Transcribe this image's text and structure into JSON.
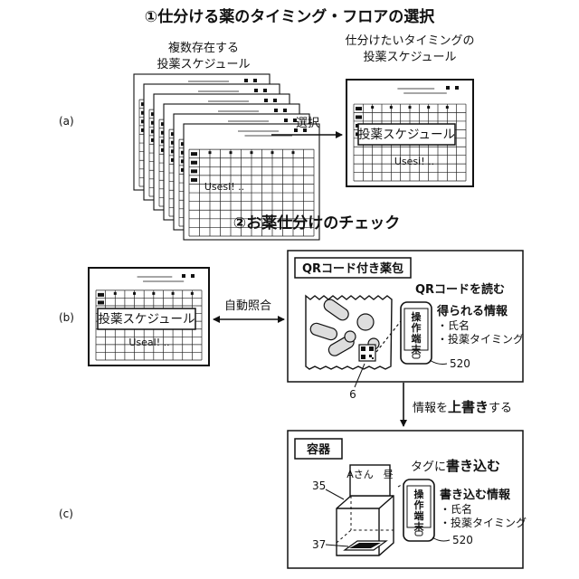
{
  "section1": {
    "title": "①仕分ける薬のタイミング・フロアの選択",
    "panel_label": "(a)",
    "left_caption": [
      "複数存在する",
      "投薬スケジュール"
    ],
    "right_caption": [
      "仕分けたいタイミングの",
      "投薬スケジュール"
    ],
    "arrow_label": "選択",
    "schedule_label": "投薬スケジュール",
    "sheet_scribble": "Usesi! .."
  },
  "section2": {
    "title": "②お薬仕分けのチェック",
    "panel_b": {
      "panel_label": "(b)",
      "schedule_label": "投薬スケジュール",
      "arrow_label": "自動照合",
      "sheet_scribble": "Useal! .."
    },
    "packet_box": {
      "title": "QRコード付き薬包",
      "read_label": "QRコードを読む",
      "info_heading": "得られる情報",
      "info_items": [
        "・氏名",
        "・投薬タイミング"
      ],
      "phone_text": [
        "操",
        "作",
        "端",
        "末"
      ],
      "phone_ref": "520",
      "packet_ref": "6"
    },
    "down_arrow_label": {
      "part1": "情報を",
      "part2": "上書き",
      "part3": "する"
    },
    "container_box": {
      "panel_label": "(c)",
      "title": "容器",
      "tag_label": {
        "part1": "タグに",
        "part2": "書き込む"
      },
      "write_heading": "書き込む情報",
      "write_items": [
        "・氏名",
        "・投薬タイミング"
      ],
      "phone_text": [
        "操",
        "作",
        "端",
        "末"
      ],
      "phone_ref": "520",
      "name_plate": "Aさん　昼",
      "container_ref": "35",
      "tag_ref": "37"
    }
  }
}
